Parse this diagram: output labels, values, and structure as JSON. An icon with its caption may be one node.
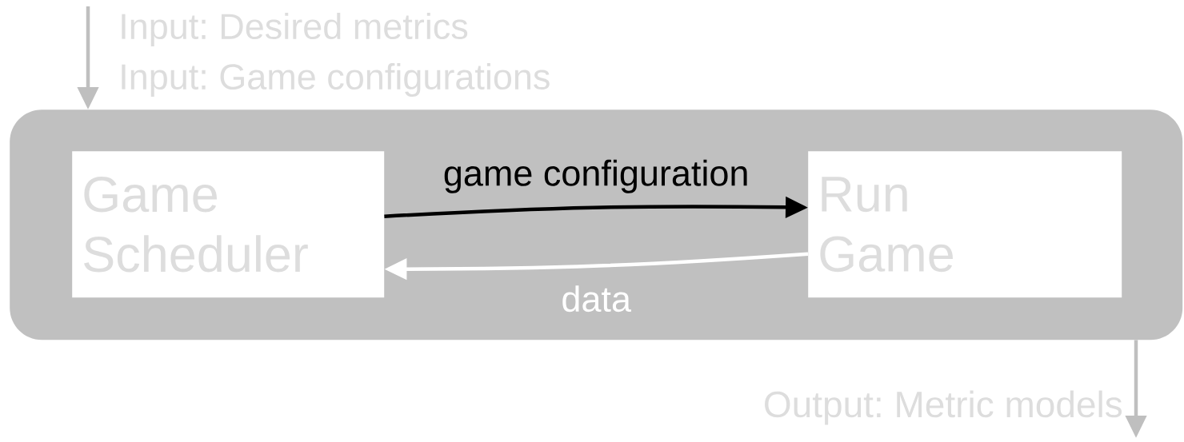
{
  "diagram": {
    "nodes": [
      {
        "text": [],
        "shape": "box"
      },
      {
        "text": [
          "Game Scheduler"
        ],
        "in": 0
      },
      {
        "text": [
          "Run Game"
        ],
        "in": 0
      }
    ],
    "edges": [
      {
        "from": null,
        "to": 0,
        "arrow": "to",
        "color": "#bfbfbf"
      },
      {
        "from": 1,
        "to": 2,
        "arrow": "to",
        "label": "game configuration",
        "color": "#000000"
      },
      {
        "from": 2,
        "to": 1,
        "arrow": "to",
        "label": "data",
        "color": "#ffffff"
      },
      {
        "from": 0,
        "to": null,
        "arrow": "to",
        "label": "Output: Metric models",
        "color": "#bfbfbf"
      }
    ],
    "labels": [
      "Input: Desired metrics",
      "Input: Game configurations"
    ]
  }
}
